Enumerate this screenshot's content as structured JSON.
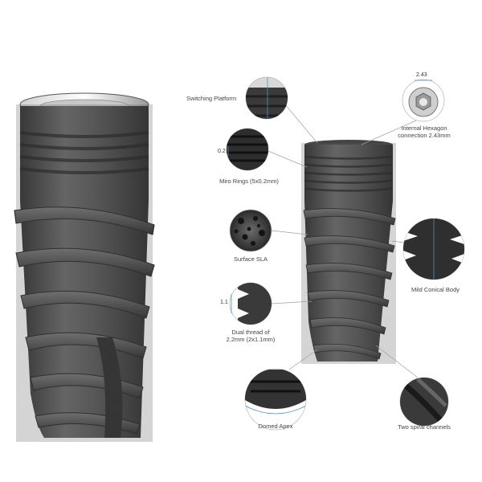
{
  "labels": {
    "switching_platform": "Switching Platform",
    "internal_hexagon_line1": "Internal Hexagon",
    "internal_hexagon_line2": "connection 2.43mm",
    "micro_rings": "Miro Rings (5x0.2mm)",
    "surface_sla": "Surface SLA",
    "mild_conical_body": "Mild Conical Body",
    "dual_thread_line1": "Dual thread of",
    "dual_thread_line2": "2.2mm (2x1.1mm)",
    "domed_apex": "Domed Apex",
    "two_spiral_channels": "Two spiral channels"
  },
  "dimensions": {
    "hexagon": "2.43",
    "ring": "0.2",
    "thread": "1.1"
  },
  "colors": {
    "implant_dark": "#3c3c3c",
    "implant_mid": "#5a5a5a",
    "implant_light": "#8a8a8a",
    "leader_line": "#9aa0a6",
    "accent_blue": "#4a90c8"
  },
  "icons": [
    "implant-large",
    "implant-small",
    "hexagon-connection",
    "sla-texture"
  ]
}
